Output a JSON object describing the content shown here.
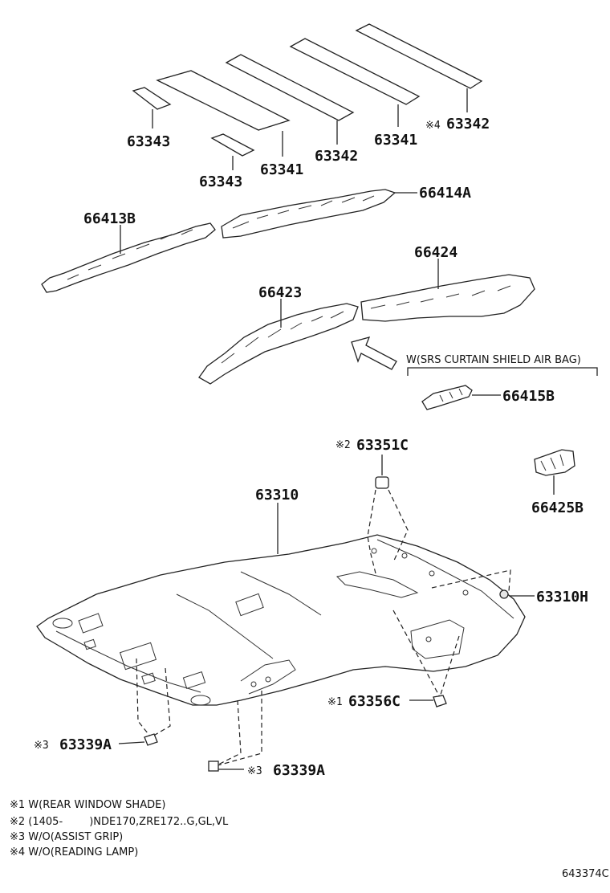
{
  "labels": {
    "p63343a": "63343",
    "p63343b": "63343",
    "p63341a": "63341",
    "p63342a": "63342",
    "p63341b": "63341",
    "p63342b": "63342",
    "p63342b_mark": "※4",
    "p66414A": "66414A",
    "p66413B": "66413B",
    "p66424": "66424",
    "p66423": "66423",
    "condition": "W(SRS CURTAIN SHIELD AIR BAG)",
    "p66415B": "66415B",
    "p63351C": "63351C",
    "p63351C_mark": "※2",
    "p63310": "63310",
    "p66425B": "66425B",
    "p63310H": "63310H",
    "p63356C": "63356C",
    "p63356C_mark": "※1",
    "p63339A_left": "63339A",
    "p63339A_left_mark": "※3",
    "p63339A_bottom": "63339A",
    "p63339A_bottom_mark": "※3"
  },
  "notes": [
    "※1 W(REAR WINDOW SHADE)",
    "※2 (1405-        )NDE170,ZRE172..G,GL,VL",
    "※3 W/O(ASSIST GRIP)",
    "※4 W/O(READING LAMP)"
  ],
  "drawing_code": "643374C"
}
